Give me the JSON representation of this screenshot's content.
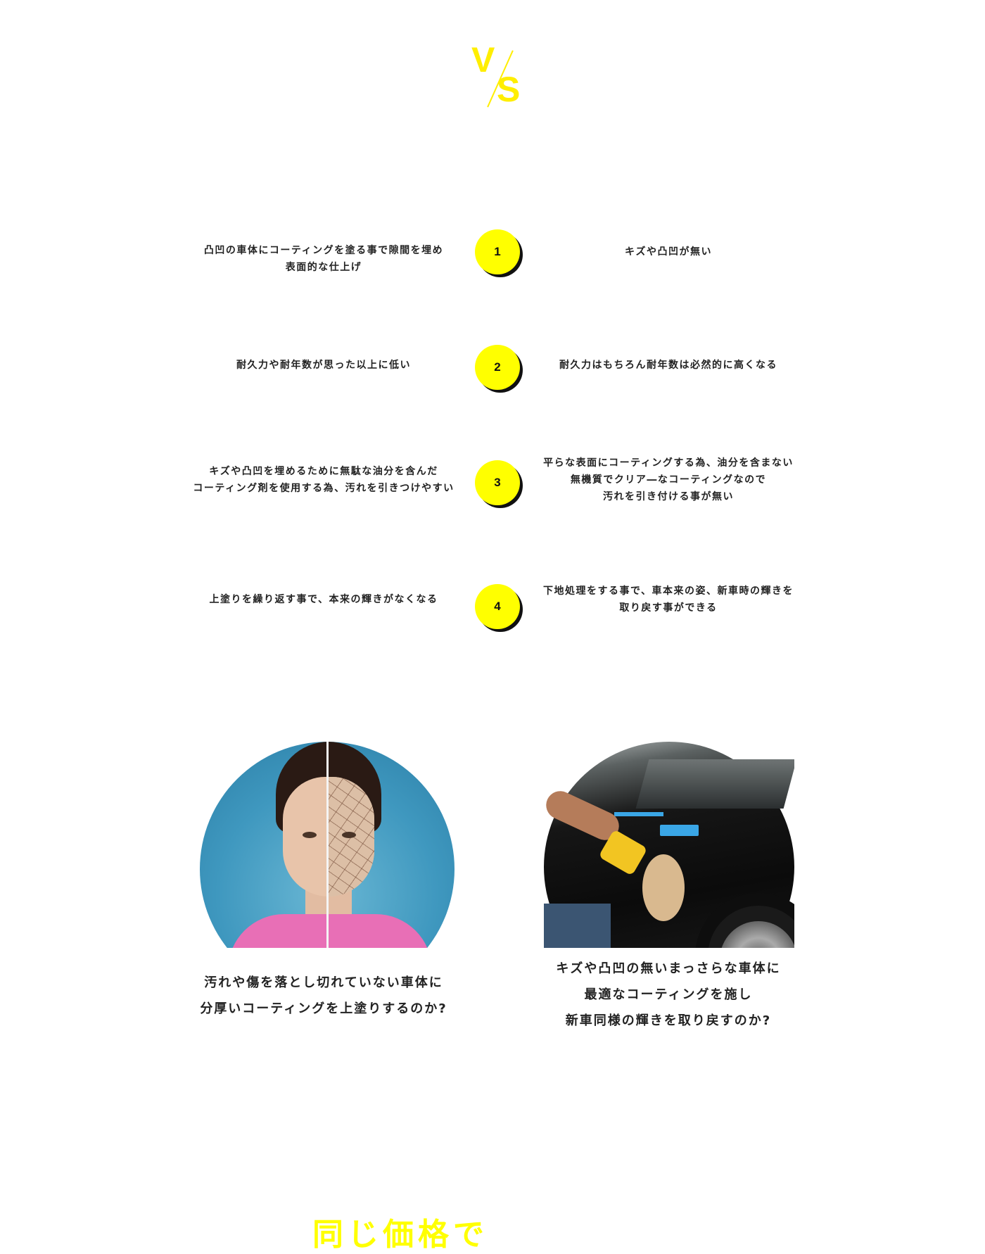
{
  "vs_logo": {
    "v": "V",
    "s": "S",
    "color": "#ffee00"
  },
  "comparison": {
    "rows": [
      {
        "number": "1",
        "left": [
          "凸凹の車体にコーティングを塗る事で隙間を埋め",
          "表面的な仕上げ"
        ],
        "right": [
          "キズや凸凹が無い"
        ]
      },
      {
        "number": "2",
        "left": [
          "耐久力や耐年数が思った以上に低い"
        ],
        "right": [
          "耐久力はもちろん耐年数は必然的に高くなる"
        ]
      },
      {
        "number": "3",
        "left": [
          "キズや凸凹を埋めるために無駄な油分を含んだ",
          "コーティング剤を使用する為、汚れを引きつけやすい"
        ],
        "right": [
          "平らな表面にコーティングする為、油分を含まない",
          "無機質でクリア―なコーティングなので",
          "汚れを引き付ける事が無い"
        ]
      },
      {
        "number": "4",
        "left": [
          "上塗りを繰り返す事で、本来の輝きがなくなる"
        ],
        "right": [
          "下地処理をする事で、車本来の姿、新車時の輝きを",
          "取り戻す事ができる"
        ]
      }
    ],
    "circle_color": "#ffff00"
  },
  "images": {
    "left": {
      "alt": "half cracked face comparison"
    },
    "right": {
      "alt": "car polishing with buffer"
    }
  },
  "captions": {
    "left": [
      "汚れや傷を落とし切れていない車体に",
      "分厚いコーティングを上塗りするのか?"
    ],
    "right": [
      "キズや凸凹の無いまっさらな車体に",
      "最適なコーティングを施し",
      "新車同様の輝きを取り戻すのか?"
    ]
  },
  "bottom_heading": "同じ価格で"
}
